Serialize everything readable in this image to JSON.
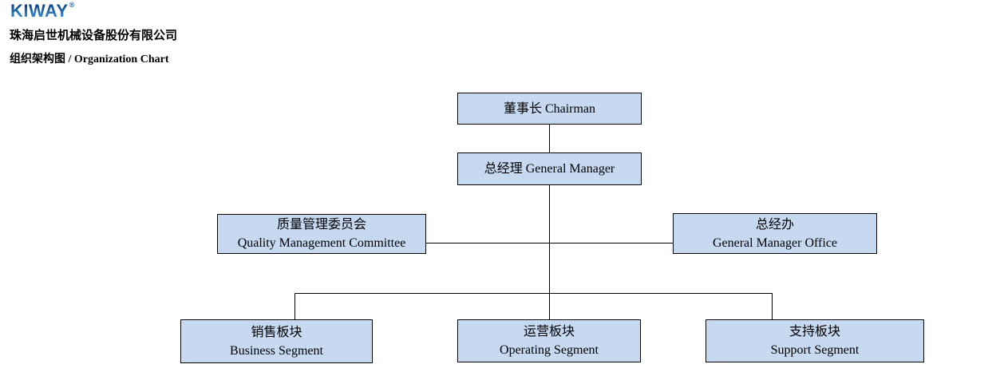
{
  "header": {
    "logo_text": "KIWAY",
    "registered_mark": "®",
    "company_name": "珠海启世机械设备股份有限公司",
    "chart_title": "组织架构图 / Organization Chart"
  },
  "org_chart": {
    "nodes": [
      {
        "id": "chairman",
        "line1": "董事长 Chairman"
      },
      {
        "id": "general-manager",
        "line1": "总经理 General Manager"
      },
      {
        "id": "quality-management-committee",
        "line1": "质量管理委员会",
        "line2": "Quality Management Committee"
      },
      {
        "id": "general-manager-office",
        "line1": "总经办",
        "line2": "General Manager Office"
      },
      {
        "id": "business-segment",
        "line1": "销售板块",
        "line2": "Business Segment"
      },
      {
        "id": "operating-segment",
        "line1": "运营板块",
        "line2": "Operating Segment"
      },
      {
        "id": "support-segment",
        "line1": "支持板块",
        "line2": "Support Segment"
      }
    ],
    "edges": [
      {
        "from": "chairman",
        "to": "general-manager"
      },
      {
        "from": "general-manager",
        "to": "quality-management-committee"
      },
      {
        "from": "general-manager",
        "to": "general-manager-office"
      },
      {
        "from": "general-manager",
        "to": "business-segment"
      },
      {
        "from": "general-manager",
        "to": "operating-segment"
      },
      {
        "from": "general-manager",
        "to": "support-segment"
      }
    ]
  },
  "colors": {
    "box_fill": "#c6d9f1",
    "box_border": "#000000",
    "connector": "#000000",
    "logo_blue_dark": "#12498f",
    "logo_blue_light": "#58a8dc"
  }
}
